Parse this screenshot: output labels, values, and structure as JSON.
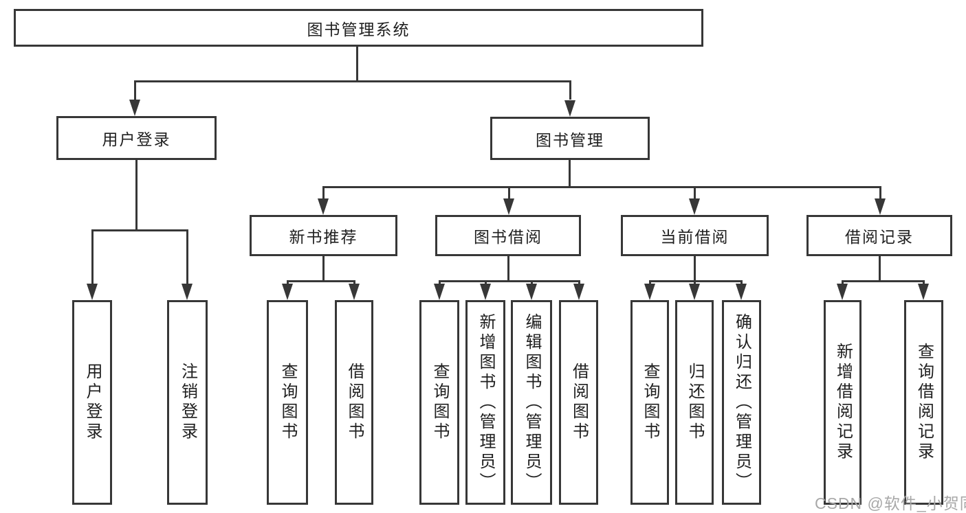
{
  "diagram_title": "图书管理系统",
  "colors": {
    "line": "#373737",
    "box_border": "#373737",
    "text": "#1f1f1f",
    "background": "#ffffff",
    "watermark": "#a8a8a8"
  },
  "watermark": {
    "text": "CSDN @软件_小贺同学"
  },
  "tree": {
    "root": {
      "label": "图书管理系统"
    },
    "level2": [
      {
        "label": "用户登录",
        "parent": "图书管理系统"
      },
      {
        "label": "图书管理",
        "parent": "图书管理系统"
      }
    ],
    "level3": [
      {
        "label": "新书推荐",
        "parent": "图书管理"
      },
      {
        "label": "图书借阅",
        "parent": "图书管理"
      },
      {
        "label": "当前借阅",
        "parent": "图书管理"
      },
      {
        "label": "借阅记录",
        "parent": "图书管理"
      }
    ],
    "leaves": [
      {
        "label": "用户登录",
        "parent": "用户登录"
      },
      {
        "label": "注销登录",
        "parent": "用户登录"
      },
      {
        "label": "查询图书",
        "parent": "新书推荐"
      },
      {
        "label": "借阅图书",
        "parent": "新书推荐"
      },
      {
        "label": "查询图书",
        "parent": "图书借阅"
      },
      {
        "label": "新增图书（管理员）",
        "parent": "图书借阅"
      },
      {
        "label": "编辑图书（管理员）",
        "parent": "图书借阅"
      },
      {
        "label": "借阅图书",
        "parent": "图书借阅"
      },
      {
        "label": "查询图书",
        "parent": "当前借阅"
      },
      {
        "label": "归还图书",
        "parent": "当前借阅"
      },
      {
        "label": "确认归还（管理员）",
        "parent": "当前借阅"
      },
      {
        "label": "新增借阅记录",
        "parent": "借阅记录"
      },
      {
        "label": "查询借阅记录",
        "parent": "借阅记录"
      }
    ]
  }
}
